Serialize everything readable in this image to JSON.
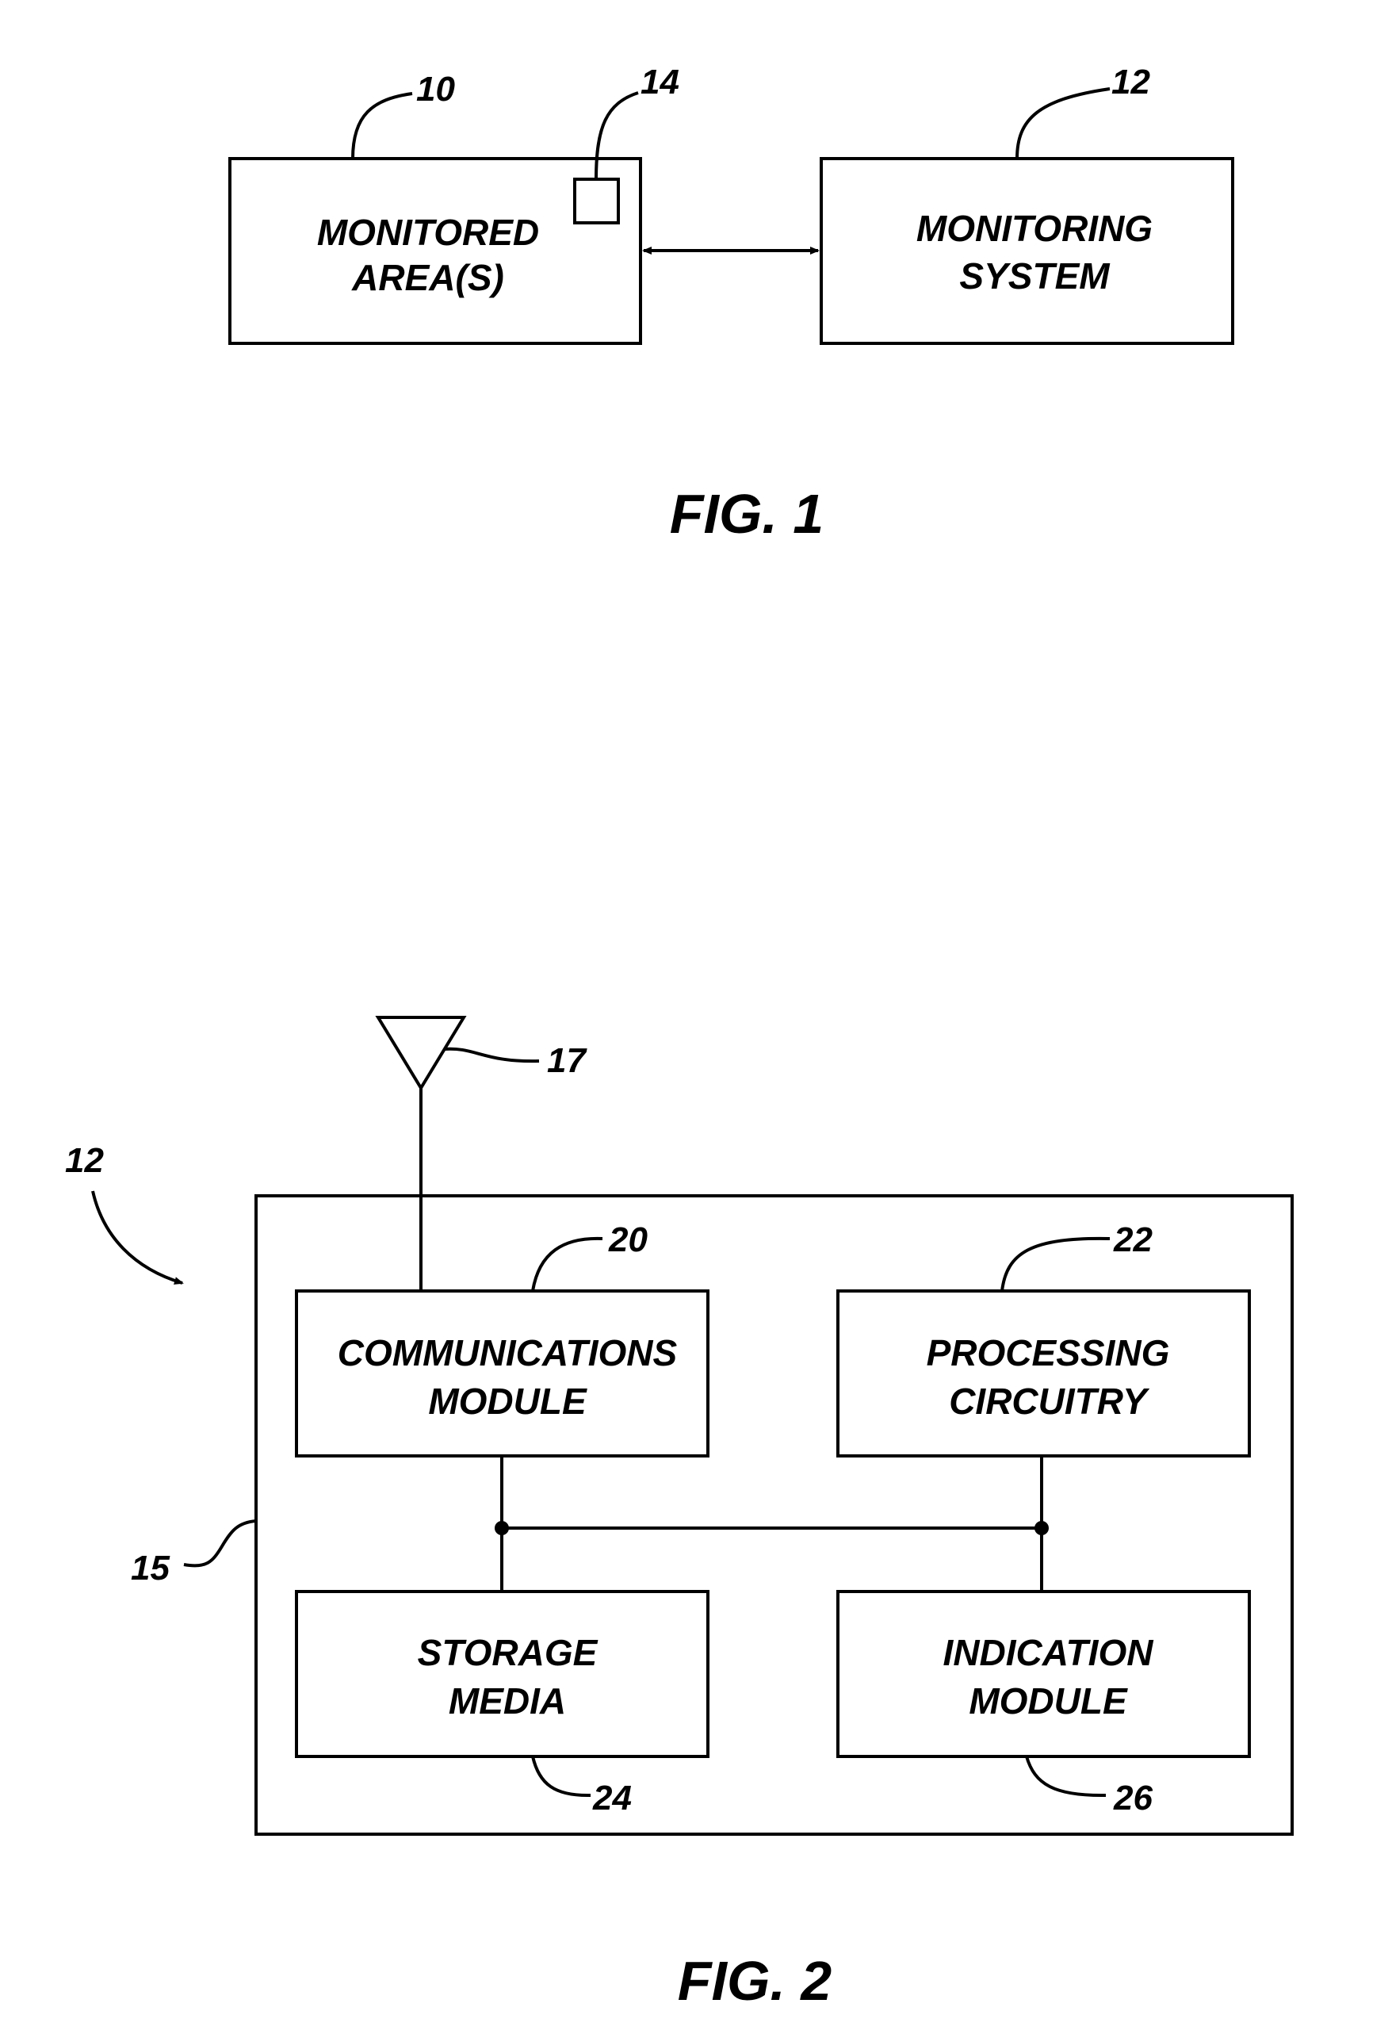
{
  "figure1": {
    "caption": "FIG. 1",
    "monitored_area": {
      "line1": "MONITORED",
      "line2": "AREA(S)",
      "ref": "10"
    },
    "sensor": {
      "ref": "14"
    },
    "monitoring_system": {
      "line1": "MONITORING",
      "line2": "SYSTEM",
      "ref": "12"
    },
    "connection": "bidirectional-arrow"
  },
  "figure2": {
    "caption": "FIG. 2",
    "system_ref": "12",
    "housing_ref": "15",
    "antenna_ref": "17",
    "communications_module": {
      "line1": "COMMUNICATIONS",
      "line2": "MODULE",
      "ref": "20"
    },
    "processing_circuitry": {
      "line1": "PROCESSING",
      "line2": "CIRCUITRY",
      "ref": "22"
    },
    "storage_media": {
      "line1": "STORAGE",
      "line2": "MEDIA",
      "ref": "24"
    },
    "indication_module": {
      "line1": "INDICATION",
      "line2": "MODULE",
      "ref": "26"
    }
  }
}
